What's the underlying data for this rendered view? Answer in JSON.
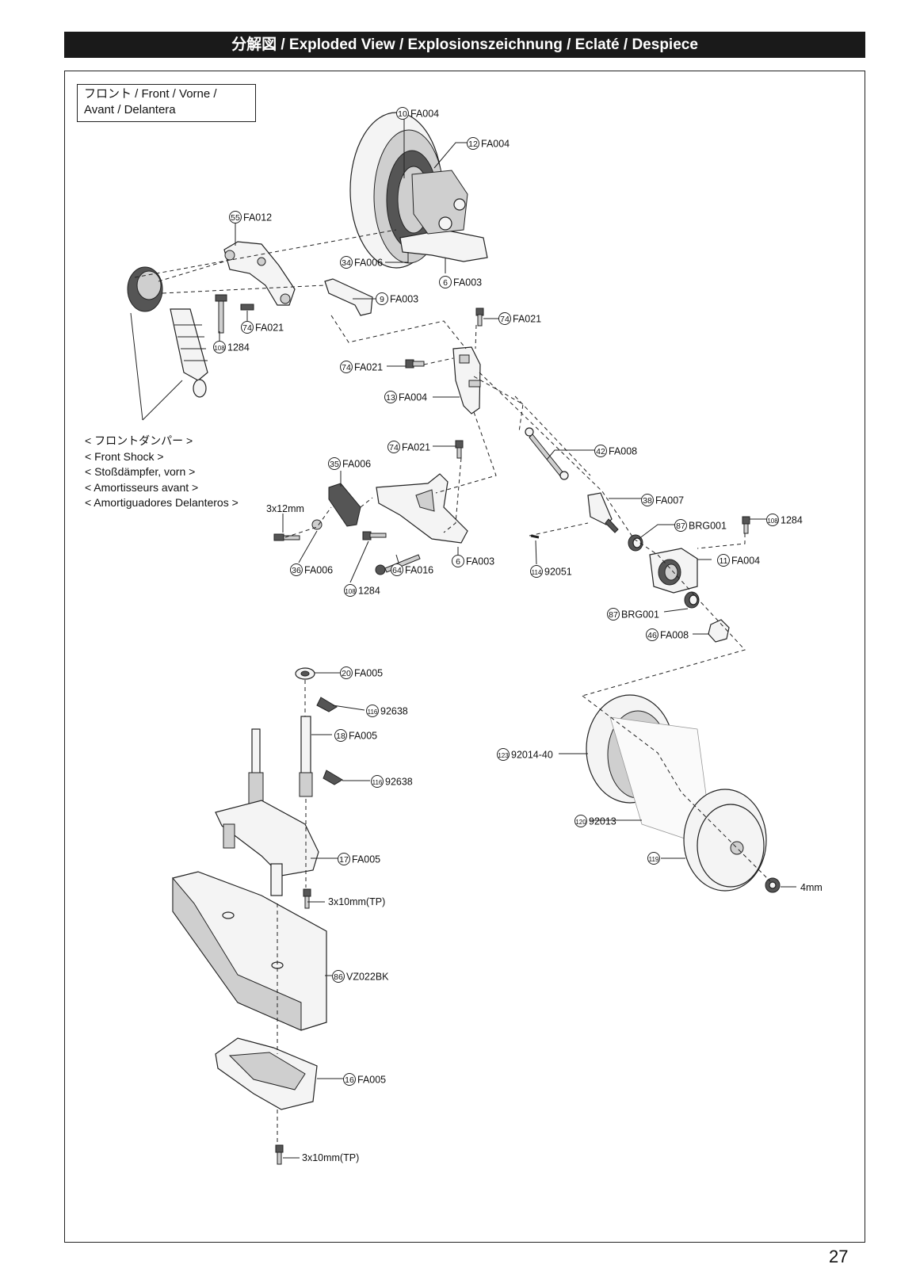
{
  "header": {
    "title": "分解図 / Exploded View / Explosionszeichnung / Eclaté / Despiece"
  },
  "front_label": {
    "line1": "フロント / Front / Vorne /",
    "line2": "Avant / Delantera"
  },
  "shock_label": [
    "< フロントダンパー >",
    "< Front Shock >",
    "< Stoßdämpfer, vorn >",
    "< Amortisseurs avant >",
    "< Amortiguadores Delanteros >"
  ],
  "callouts": [
    {
      "num": "10",
      "code": "FA004"
    },
    {
      "num": "12",
      "code": "FA004"
    },
    {
      "num": "55",
      "code": "FA012"
    },
    {
      "num": "34",
      "code": "FA006"
    },
    {
      "num": "6",
      "code": "FA003"
    },
    {
      "num": "9",
      "code": "FA003"
    },
    {
      "num": "74",
      "code": "FA021"
    },
    {
      "num": "108",
      "code": "1284"
    },
    {
      "num": "74",
      "code": "FA021"
    },
    {
      "num": "74",
      "code": "FA021"
    },
    {
      "num": "13",
      "code": "FA004"
    },
    {
      "num": "74",
      "code": "FA021"
    },
    {
      "num": "42",
      "code": "FA008"
    },
    {
      "num": "35",
      "code": "FA006"
    },
    {
      "num": "38",
      "code": "FA007"
    },
    {
      "num": "87",
      "code": "BRG001"
    },
    {
      "num": "108",
      "code": "1284"
    },
    {
      "num": "36",
      "code": "FA006"
    },
    {
      "num": "64",
      "code": "FA016"
    },
    {
      "num": "6",
      "code": "FA003"
    },
    {
      "num": "114",
      "code": "92051"
    },
    {
      "num": "11",
      "code": "FA004"
    },
    {
      "num": "108",
      "code": "1284"
    },
    {
      "num": "87",
      "code": "BRG001"
    },
    {
      "num": "46",
      "code": "FA008"
    },
    {
      "num": "20",
      "code": "FA005"
    },
    {
      "num": "116",
      "code": "92638"
    },
    {
      "num": "18",
      "code": "FA005"
    },
    {
      "num": "116",
      "code": "92638"
    },
    {
      "num": "123",
      "code": "92014-40"
    },
    {
      "num": "120",
      "code": "92013"
    },
    {
      "num": "17",
      "code": "FA005"
    },
    {
      "num": "119",
      "code": ""
    },
    {
      "num": "86",
      "code": "VZ022BK"
    },
    {
      "num": "16",
      "code": "FA005"
    }
  ],
  "screws": {
    "s3x12": "3x12mm",
    "s3x10a": "3x10mm(TP)",
    "s3x10b": "3x10mm(TP)",
    "nut4": "4mm"
  },
  "page_number": "27"
}
